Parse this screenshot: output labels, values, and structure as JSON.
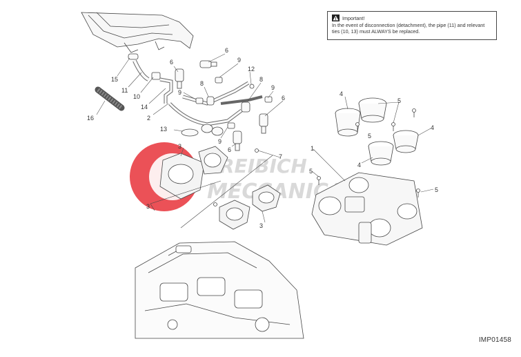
{
  "notice": {
    "icon": "warning-triangle-icon",
    "title": "Important!",
    "text": "In the event of disconnection (detachment), the pipe (11) and relevant ties (10, 13) must ALWAYS be replaced."
  },
  "diagram_code": "IMP01458",
  "watermark": {
    "line1": "REIBICH",
    "line2": "MECCANICA",
    "accent_color": "#e8333a"
  },
  "callouts": [
    "1",
    "2",
    "3",
    "3",
    "3",
    "4",
    "4",
    "4",
    "5",
    "5",
    "5",
    "5",
    "6",
    "6",
    "6",
    "6",
    "7",
    "8",
    "8",
    "9",
    "9",
    "9",
    "9",
    "10",
    "11",
    "12",
    "13",
    "14",
    "15",
    "16"
  ],
  "colors": {
    "line": "#444444",
    "text": "#333333"
  }
}
